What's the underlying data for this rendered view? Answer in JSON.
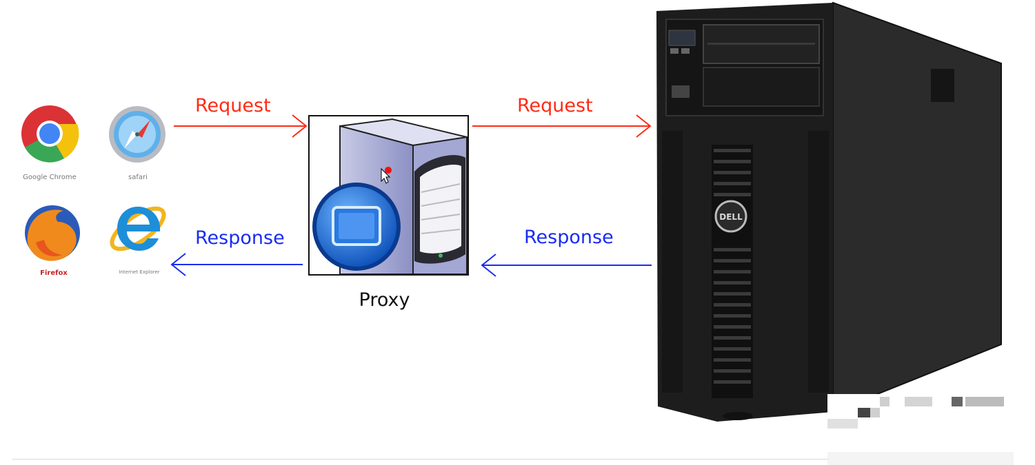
{
  "browsers": [
    {
      "name": "chrome-icon",
      "label": "Google Chrome",
      "label_color": "#777777"
    },
    {
      "name": "safari-icon",
      "label": "safari",
      "label_color": "#777777"
    },
    {
      "name": "firefox-icon",
      "label": "Firefox",
      "label_color": "#cc2222"
    },
    {
      "name": "internet-explorer-icon",
      "label": "Internet Explorer",
      "label_color": "#777777"
    }
  ],
  "arrows": {
    "client_request": "Request",
    "client_response": "Response",
    "server_request": "Request",
    "server_response": "Response"
  },
  "proxy": {
    "label": "Proxy"
  },
  "server": {
    "brand": "DELL"
  },
  "colors": {
    "request": "#ff2a14",
    "response": "#1a2cf0",
    "server_body": "#1f1f1f"
  }
}
